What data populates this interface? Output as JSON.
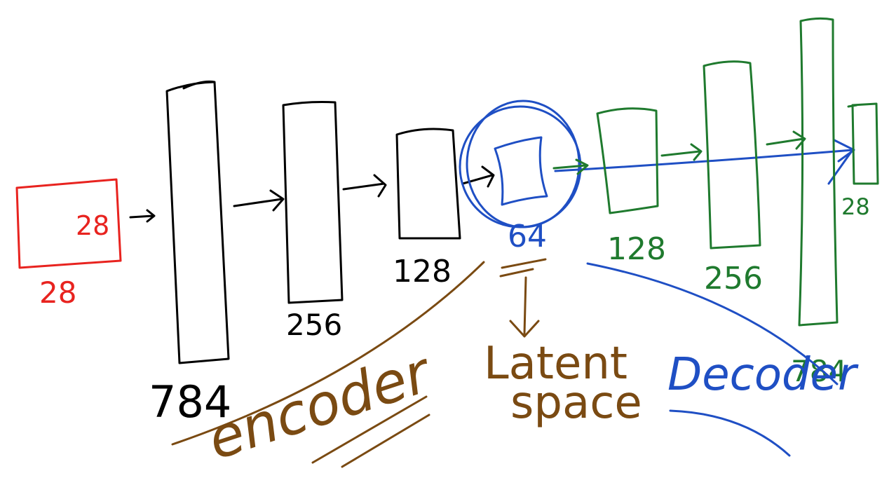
{
  "colors": {
    "input": "#e8231f",
    "encoder_layers": "#000000",
    "latent": "#1f4fc4",
    "decoder_layers": "#1f7a2e",
    "annotation_brown": "#7a4a12",
    "decoder_label": "#1f4fc4"
  },
  "input": {
    "width_label": "28",
    "height_label": "28"
  },
  "encoder_layers": [
    {
      "label": "784"
    },
    {
      "label": "256"
    },
    {
      "label": "128"
    }
  ],
  "latent": {
    "label": "64"
  },
  "decoder_layers": [
    {
      "label": "128"
    },
    {
      "label": "256"
    },
    {
      "label": "784"
    }
  ],
  "output": {
    "label": "28"
  },
  "annotations": {
    "encoder": "encoder",
    "latent_line1": "Latent",
    "latent_line2": "space",
    "decoder": "Decoder"
  }
}
